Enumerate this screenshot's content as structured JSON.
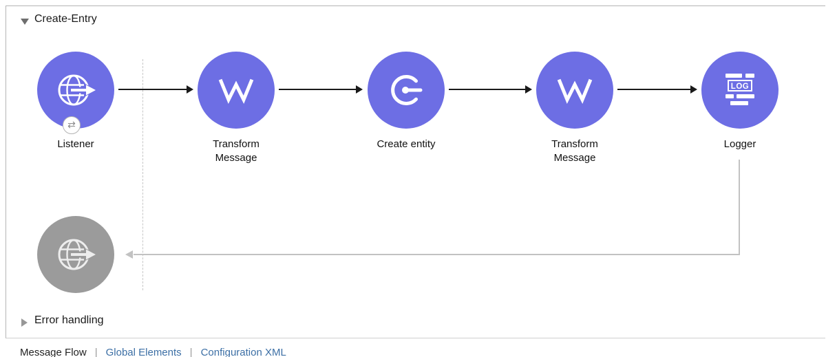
{
  "flow": {
    "title": "Create-Entry",
    "error_handling_label": "Error handling"
  },
  "nodes": [
    {
      "label": "Listener",
      "type": "http-listener"
    },
    {
      "label": "Transform Message",
      "type": "transform-message"
    },
    {
      "label": "Create entity",
      "type": "connector-operation"
    },
    {
      "label": "Transform Message",
      "type": "transform-message"
    },
    {
      "label": "Logger",
      "type": "logger"
    }
  ],
  "response_node": {
    "type": "http-response"
  },
  "badges": {
    "listener_sync": "⇄"
  },
  "icons": {
    "logger_text": "LOG"
  },
  "tabs": [
    {
      "label": "Message Flow",
      "active": true
    },
    {
      "label": "Global Elements",
      "active": false
    },
    {
      "label": "Configuration XML",
      "active": false
    }
  ],
  "tab_separator": "|",
  "colors": {
    "accent": "#6D6EE4",
    "disabled": "#9B9B9B",
    "arrow": "#1a1a1a",
    "return_line": "#c2c2c2"
  }
}
